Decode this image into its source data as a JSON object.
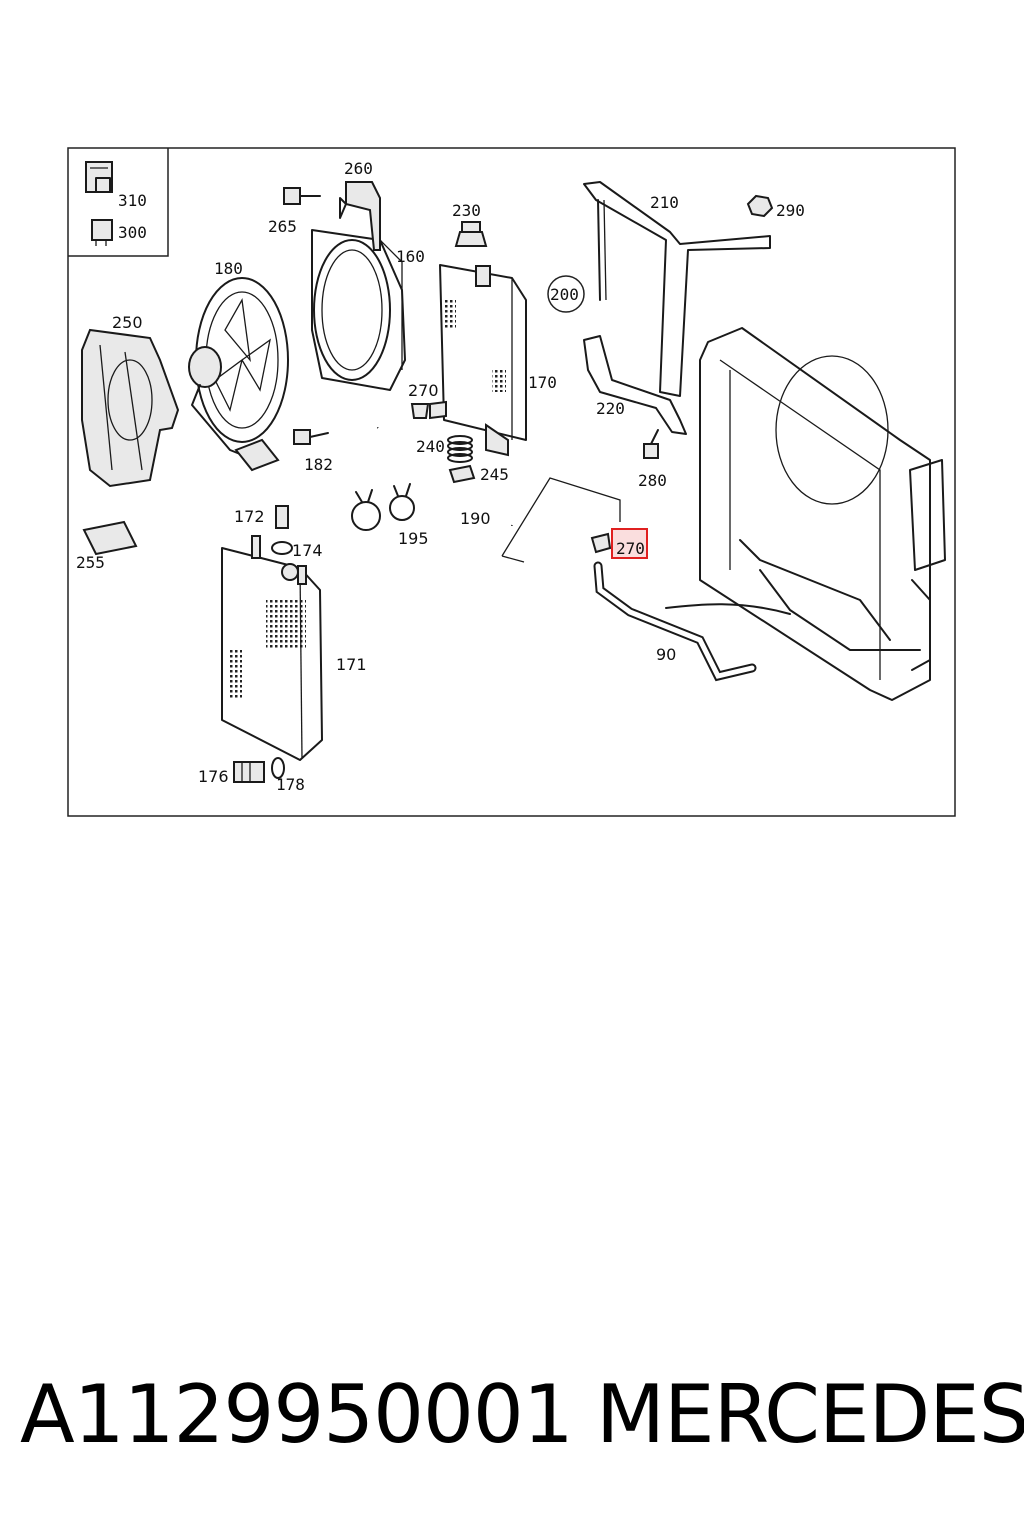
{
  "diagram": {
    "labels": {
      "l310": "310",
      "l300": "300",
      "l260": "260",
      "l265": "265",
      "l160": "160",
      "l230": "230",
      "l210": "210",
      "l290": "290",
      "l180": "180",
      "l250": "250",
      "l200": "200",
      "l270a": "270",
      "l170": "170",
      "l220": "220",
      "l240": "240",
      "l182": "182",
      "l245": "245",
      "l280": "280",
      "l190": "190",
      "l172": "172",
      "l174": "174",
      "l195": "195",
      "l255": "255",
      "l270b": "270",
      "l90": "90",
      "l171": "171",
      "l176": "176",
      "l178": "178"
    },
    "highlight_color": "#e02020"
  },
  "footer": {
    "part_number": "A1129950001",
    "brand": "MERCEDES"
  }
}
